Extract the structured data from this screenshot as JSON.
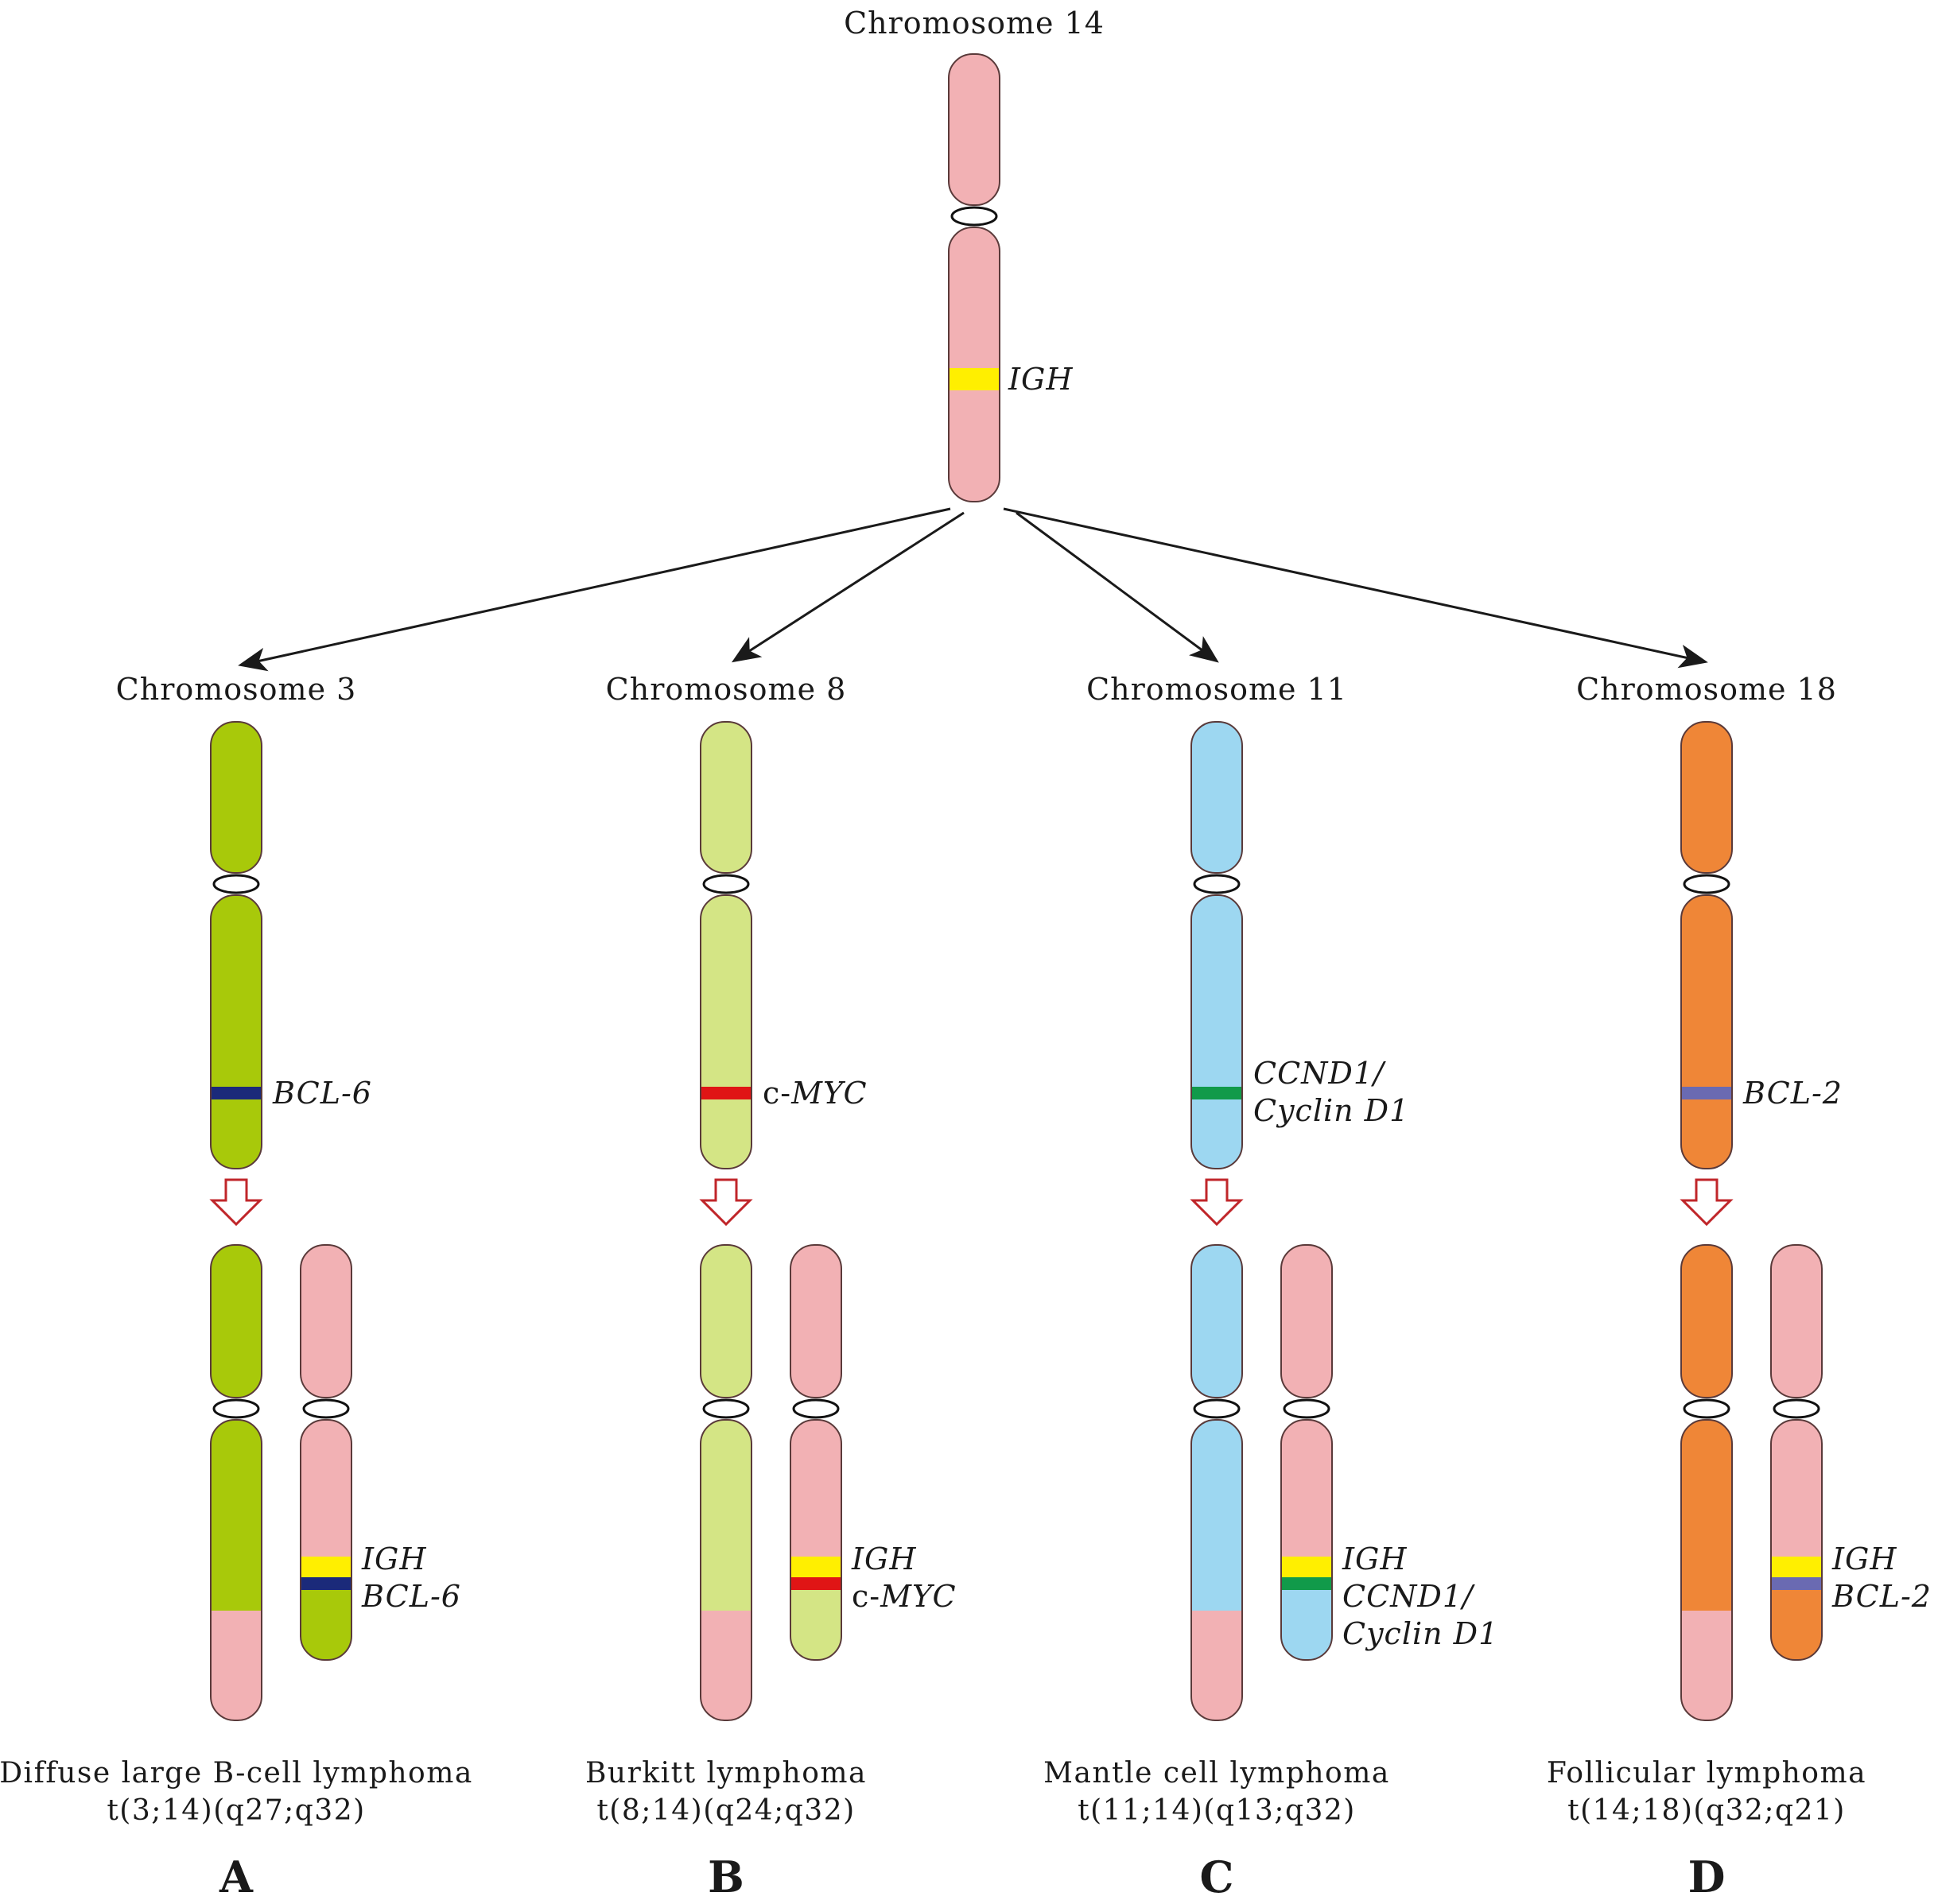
{
  "top_chromosome": {
    "label": "Chromosome 14",
    "gene": "IGH",
    "color": "#f2b1b4",
    "gene_color": "#ffef00"
  },
  "panels": [
    {
      "id": "A",
      "chromosome_label": "Chromosome 3",
      "color": "#a8c90a",
      "gene": {
        "prefix": "",
        "name": "BCL-6",
        "color": "#1b2a7a",
        "lines": []
      },
      "derivative_genes": [
        "IGH",
        "BCL-6"
      ],
      "disease": "Diffuse large B-cell lymphoma",
      "translocation": "t(3;14)(q27;q32)",
      "letter": "A"
    },
    {
      "id": "B",
      "chromosome_label": "Chromosome 8",
      "color": "#d4e585",
      "gene": {
        "prefix": "c-",
        "name": "MYC",
        "color": "#e01515",
        "lines": []
      },
      "derivative_genes": [
        "IGH",
        "c-MYC"
      ],
      "derivative_prefix": "c-",
      "derivative_name": "MYC",
      "disease": "Burkitt lymphoma",
      "translocation": "t(8;14)(q24;q32)",
      "letter": "B"
    },
    {
      "id": "C",
      "chromosome_label": "Chromosome 11",
      "color": "#9dd7f1",
      "gene": {
        "prefix": "",
        "name": "",
        "color": "#119a4a",
        "lines": [
          "CCND1/",
          "Cyclin D1"
        ]
      },
      "derivative_genes": [
        "IGH",
        "CCND1/",
        "Cyclin D1"
      ],
      "disease": "Mantle  cell  lymphoma",
      "translocation": "t(11;14)(q13;q32)",
      "letter": "C"
    },
    {
      "id": "D",
      "chromosome_label": "Chromosome 18",
      "color": "#ef8637",
      "gene": {
        "prefix": "",
        "name": "BCL-2",
        "color": "#6a6ab2",
        "lines": []
      },
      "derivative_genes": [
        "IGH",
        "BCL-2"
      ],
      "disease": "Follicular  lymphoma",
      "translocation": "t(14;18)(q32;q21)",
      "letter": "D"
    }
  ],
  "colors": {
    "arrow": "#1a1a1a",
    "down_arrow": "#c0262a",
    "outline": "#5a3a3a"
  }
}
